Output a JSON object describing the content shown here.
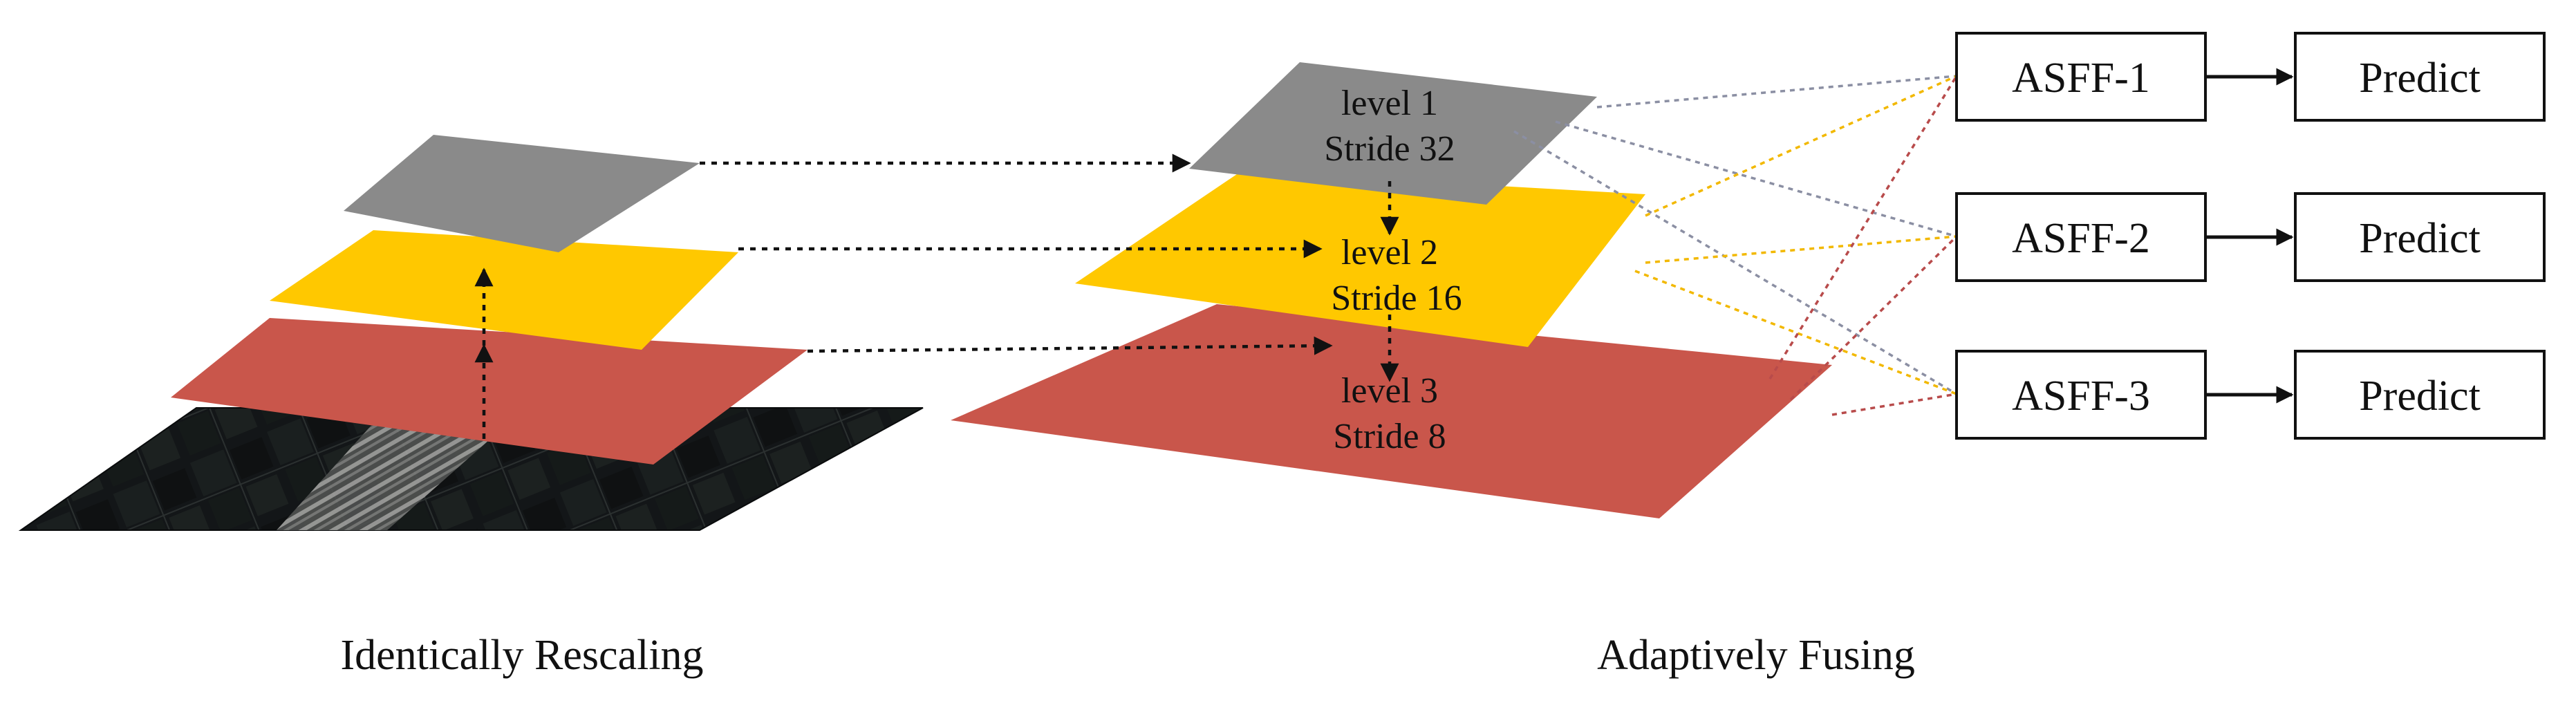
{
  "captions": {
    "left": "Identically Rescaling",
    "right": "Adaptively Fusing"
  },
  "levels": [
    {
      "name": "level 1",
      "stride": "Stride 32"
    },
    {
      "name": "level 2",
      "stride": "Stride 16"
    },
    {
      "name": "level 3",
      "stride": "Stride 8"
    }
  ],
  "asff_boxes": [
    "ASFF-1",
    "ASFF-2",
    "ASFF-3"
  ],
  "predict_boxes": [
    "Predict",
    "Predict",
    "Predict"
  ],
  "colors": {
    "level1": "#8a8a8a",
    "level2": "#ffc800",
    "level3": "#c9564b",
    "image_ground": "#161a1d"
  }
}
